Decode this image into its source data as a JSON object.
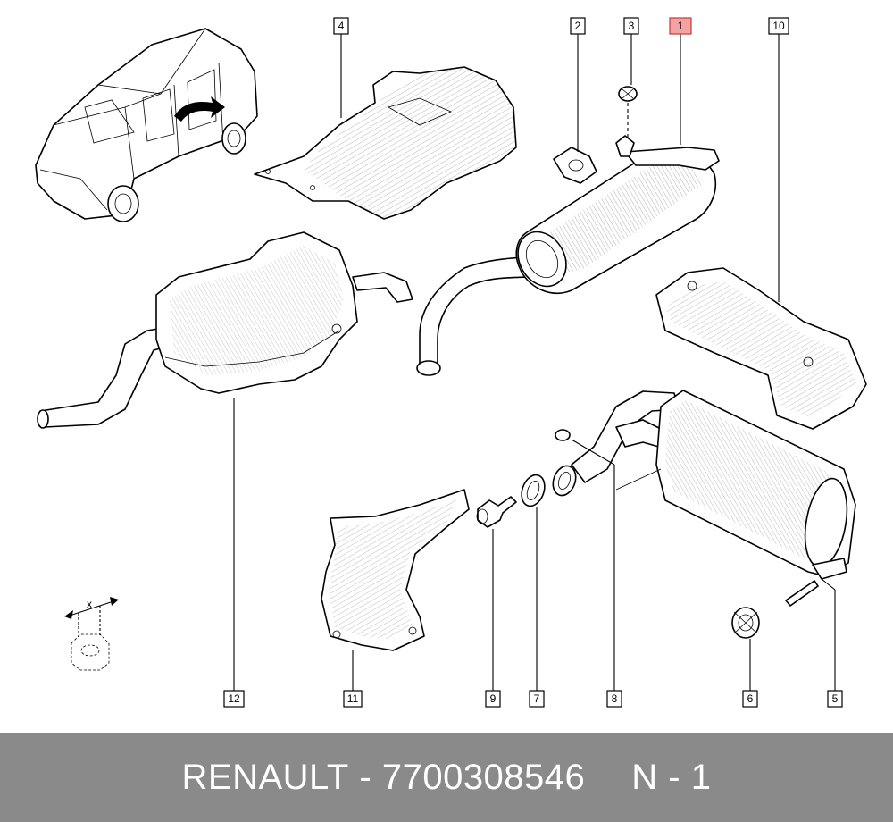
{
  "brand": "RENAULT",
  "separator": "-",
  "part_number": "7700308546",
  "position_code": "N - 1",
  "highlighted_callout": "1",
  "colors": {
    "footer_bg": "#8a8a8a",
    "footer_text": "#ffffff",
    "highlight": "#f4a3a3"
  },
  "callouts": [
    "1",
    "2",
    "3",
    "4",
    "5",
    "6",
    "7",
    "8",
    "9",
    "10",
    "11",
    "12"
  ],
  "dimension_label": "x"
}
